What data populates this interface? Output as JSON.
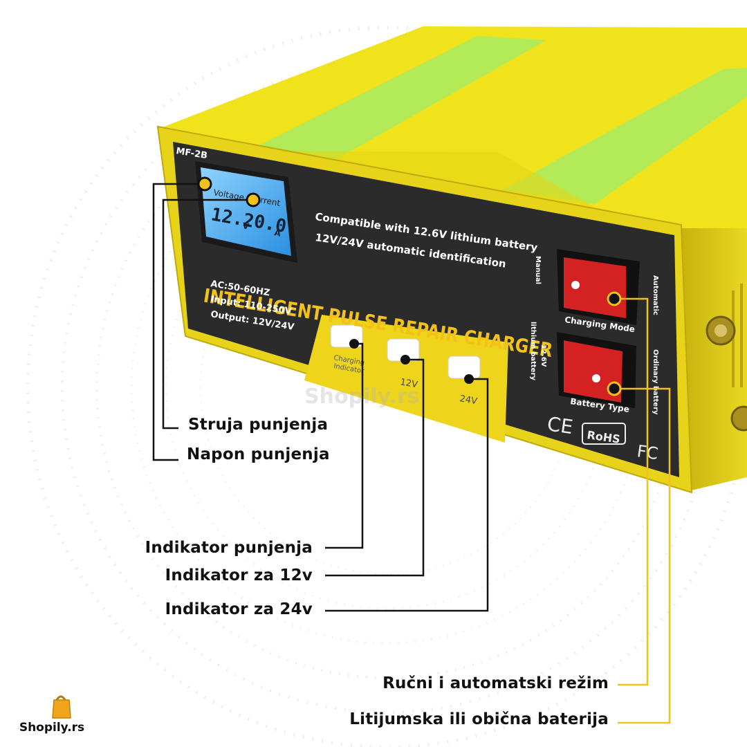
{
  "device": {
    "model": "MF-2B",
    "lcd": {
      "label_voltage": "Voltage",
      "label_current": "Current",
      "voltage_reading": "12.2",
      "voltage_unit": "V",
      "current_reading": "0.0",
      "current_unit": "A"
    },
    "features": [
      "Compatible with 12.6V lithium battery",
      "12V/24V automatic identification"
    ],
    "product_title": "INTELLIGENT PULSE REPAIR CHARGER",
    "specs": [
      "AC:50-60HZ",
      "Input: 110-250V",
      "Output: 12V/24V"
    ],
    "indicators": [
      {
        "label_line1": "Charging",
        "label_line2": "Indicator"
      },
      {
        "label_line1": "12V",
        "label_line2": ""
      },
      {
        "label_line1": "24V",
        "label_line2": ""
      }
    ],
    "switch_charging_mode": {
      "label": "Charging Mode",
      "left": "Manual",
      "right": "Automatic"
    },
    "switch_battery_type": {
      "label": "Battery Type",
      "left_line1": "12.6V",
      "left_line2": "lithium battery",
      "right": "Ordinary battery"
    },
    "certifications": [
      "CE",
      "RoHS",
      "FC"
    ],
    "colors": {
      "body": "#efe21a",
      "stripe": "#b2ea55",
      "panel": "#2a2a2a",
      "title": "#f2c21b",
      "switch": "#d42121",
      "lcd": "#3aa0ea"
    }
  },
  "callouts": {
    "current": "Struja punjenja",
    "voltage": "Napon punjenja",
    "charge_indicator": "Indikator punjenja",
    "indicator_12v": "Indikator za 12v",
    "indicator_24v": "Indikator za 24v",
    "mode": "Ručni i automatski režim",
    "battery": "Litijumska ili obična baterija"
  },
  "watermark": "Shopily.rs",
  "brand": {
    "name": "Shopily.rs"
  }
}
